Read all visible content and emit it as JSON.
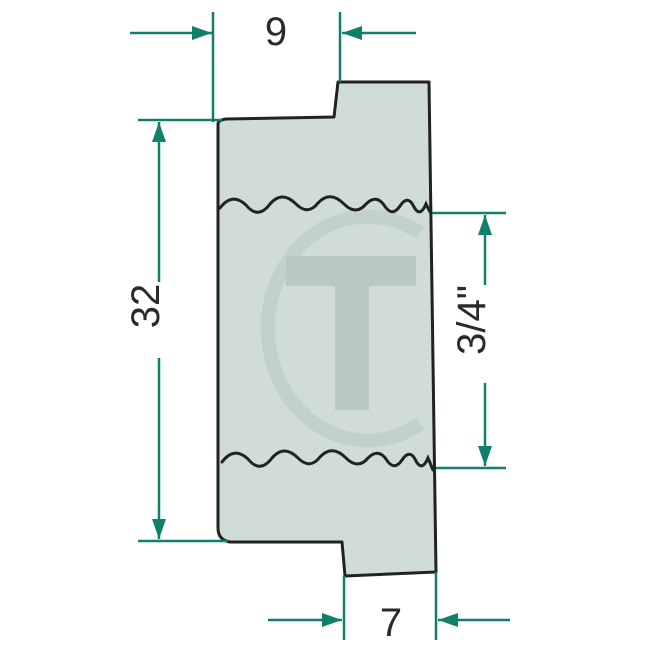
{
  "drawing": {
    "type": "technical-dimension-drawing",
    "part": "threaded bushing cross-section",
    "colors": {
      "background": "#ffffff",
      "part_fill": "#cfdcda",
      "outline": "#222222",
      "dimension_line": "#11806a",
      "watermark": "#b9c8c5",
      "text": "#2a2a2a"
    },
    "dimensions": {
      "top_width": {
        "label": "9",
        "orientation": "horizontal"
      },
      "height": {
        "label": "32",
        "orientation": "vertical"
      },
      "thread": {
        "label": "3/4\"",
        "orientation": "vertical"
      },
      "bottom_width": {
        "label": "7",
        "orientation": "horizontal"
      }
    },
    "watermark": {
      "glyph": "T",
      "enclosed": "circle"
    }
  }
}
